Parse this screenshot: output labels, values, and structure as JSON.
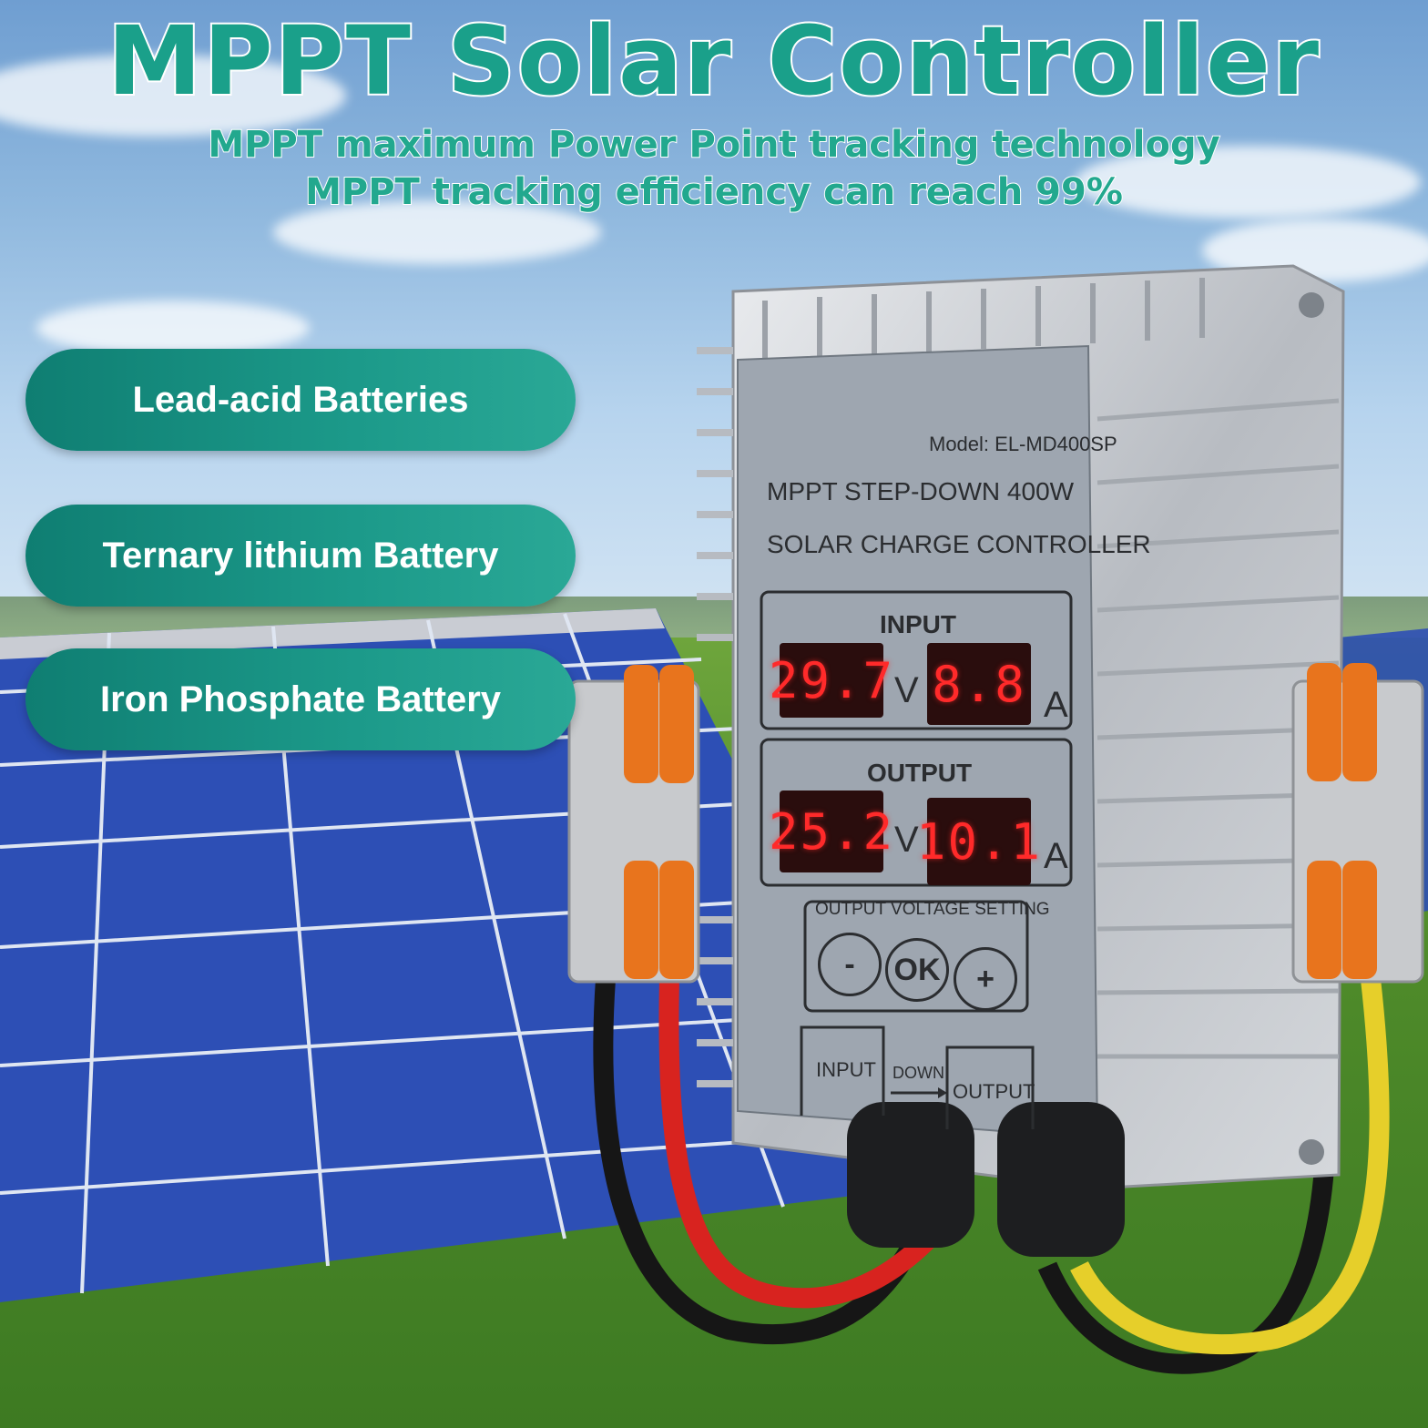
{
  "banner": {
    "title": "MPPT Solar Controller",
    "subtitle_line1": "MPPT maximum Power Point tracking technology",
    "subtitle_line2": "MPPT tracking efficiency can reach 99%"
  },
  "features": [
    {
      "label": "Lead-acid Batteries"
    },
    {
      "label": "Ternary lithium Battery"
    },
    {
      "label": "Iron Phosphate Battery"
    }
  ],
  "device": {
    "model": "Model: EL-MD400SP",
    "line1": "MPPT STEP-DOWN 400W",
    "line2": "SOLAR CHARGE CONTROLLER",
    "input_label": "INPUT",
    "output_label": "OUTPUT",
    "input_voltage": "29.7",
    "input_current": "8.8",
    "output_voltage": "25.2",
    "output_current": "10.1",
    "unit_v": "V",
    "unit_a": "A",
    "setting_label": "OUTPUT VOLTAGE SETTING",
    "btn_minus": "-",
    "btn_ok": "OK",
    "btn_plus": "+",
    "port_input": "INPUT",
    "port_down": "DOWN",
    "port_output": "OUTPUT"
  },
  "colors": {
    "title": "#1aa08a",
    "pill": "#1c9a8a",
    "lcd_text": "#ff2a2a",
    "wire_red": "#d8231f",
    "wire_yellow": "#e6cf2a",
    "connector_orange": "#e8741d"
  }
}
